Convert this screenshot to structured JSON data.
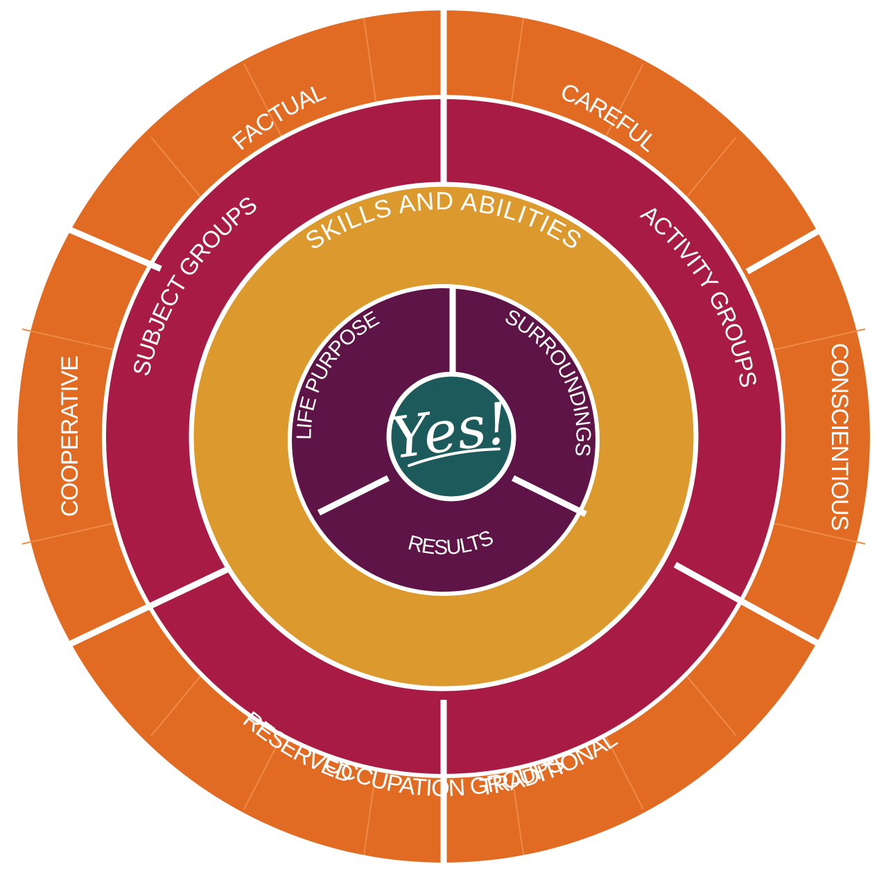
{
  "colors": {
    "outer": "#e26b24",
    "outer_lines": "#ee8a47",
    "middle": "#a81b45",
    "skills": "#dc9a2e",
    "inner": "#5e1447",
    "center": "#1d5a5b",
    "separator": "#ffffff"
  },
  "outer_ring": {
    "factual": "FACTUAL",
    "careful": "CAREFUL",
    "conscientious": "CONSCIENTIOUS",
    "traditional": "TRADITIONAL",
    "reserved": "RESERVED",
    "cooperative": "COOPERATIVE"
  },
  "middle_ring": {
    "subject_groups": "SUBJECT GROUPS",
    "activity_groups": "ACTIVITY GROUPS",
    "occupation_groups": "OCCUPATION GROUPS"
  },
  "skills_ring": {
    "label": "SKILLS AND ABILITIES"
  },
  "inner_ring": {
    "life_purpose": "LIFE PURPOSE",
    "surroundings": "SURROUNDINGS",
    "results": "RESULTS"
  },
  "center": {
    "logo_text": "Yes!"
  }
}
